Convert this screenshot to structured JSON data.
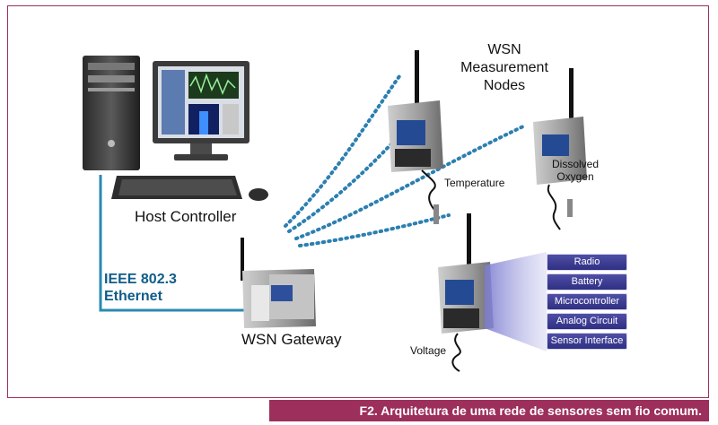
{
  "labels": {
    "host_controller": "Host Controller",
    "wsn_gateway": "WSN Gateway",
    "ethernet_line1": "IEEE 802.3",
    "ethernet_line2": "Ethernet",
    "wsn_nodes_line1": "WSN",
    "wsn_nodes_line2": "Measurement",
    "wsn_nodes_line3": "Nodes",
    "temperature": "Temperature",
    "dissolved_line1": "Dissolved",
    "dissolved_line2": "Oxygen",
    "voltage": "Voltage"
  },
  "node_components": [
    "Radio",
    "Battery",
    "Microcontroller",
    "Analog Circuit",
    "Sensor Interface"
  ],
  "caption": "F2. Arquitetura de uma rede de sensores sem fio comum.",
  "colors": {
    "frame": "#9c2f5b",
    "ethernet": "#0f5d88",
    "component_box": "#3a3a8f",
    "wireless_dots": "#2c7fb0"
  }
}
